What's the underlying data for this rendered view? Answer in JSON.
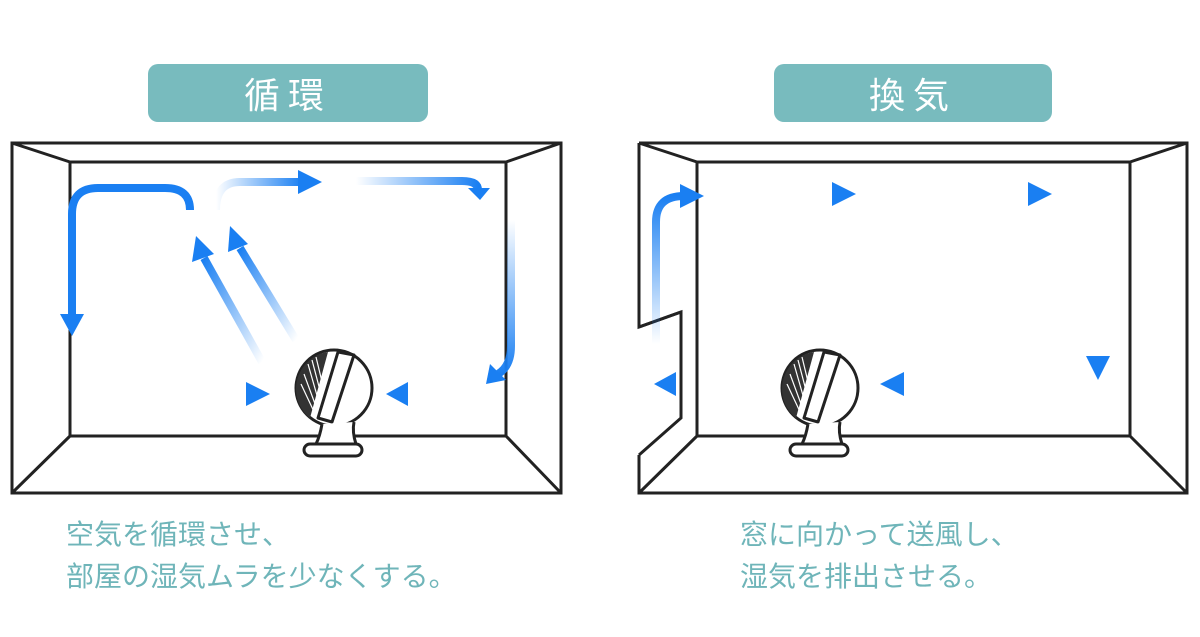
{
  "left": {
    "title": "循環",
    "caption_line1": "空気を循環させ、",
    "caption_line2": "部屋の湿気ムラを少なくする。"
  },
  "right": {
    "title": "換気",
    "caption_line1": "窓に向かって送風し、",
    "caption_line2": "湿気を排出させる。"
  },
  "colors": {
    "accent": "#78bbbe",
    "caption_text": "#6fb5b9",
    "arrow": "#1a7ff2",
    "outline": "#222222"
  },
  "icons": [
    "circulator-fan-icon",
    "airflow-arrow-icon",
    "window-opening-icon"
  ]
}
